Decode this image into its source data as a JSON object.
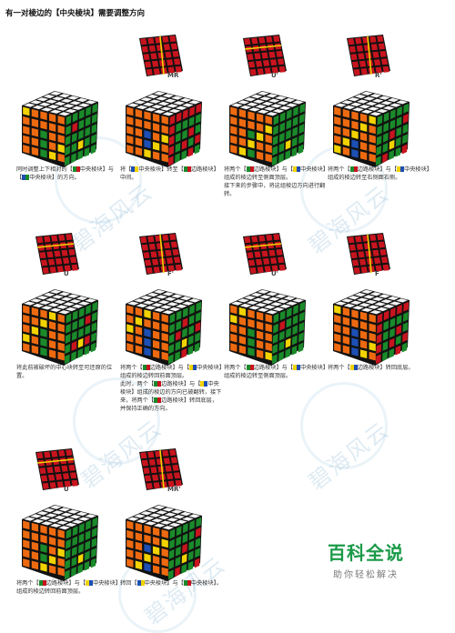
{
  "page": {
    "title": "有一对棱边的【中央棱块】需要调整方向",
    "watermark": "碧海风云",
    "brand": "百科全说",
    "brand_sub": "助你轻松解决"
  },
  "colors": {
    "red": "#c8141e",
    "green": "#1a8a2a",
    "blue": "#1d4fb5",
    "yellow": "#f2d300",
    "orange": "#ee6a10",
    "white": "#f4f4f4",
    "gray": "#8a8a8a",
    "brand_green": "#1a9a48"
  },
  "steps": [
    {
      "move": "",
      "caption": [
        [
          "t",
          "同时调整上下相对的【"
        ],
        [
          "s",
          "g"
        ],
        [
          "s",
          "r"
        ],
        [
          "t",
          "中央棱块】与【"
        ],
        [
          "s",
          "b"
        ],
        [
          "s",
          "g"
        ],
        [
          "t",
          "中央棱块】的方向。"
        ]
      ]
    },
    {
      "move": "MR",
      "caption": [
        [
          "t",
          "将【"
        ],
        [
          "s",
          "b"
        ],
        [
          "s",
          "y"
        ],
        [
          "t",
          "中央棱块】转至【"
        ],
        [
          "s",
          "g"
        ],
        [
          "s",
          "r"
        ],
        [
          "t",
          "边路棱块】中间。"
        ]
      ]
    },
    {
      "move": "U'",
      "caption": [
        [
          "t",
          "将两个【"
        ],
        [
          "s",
          "g"
        ],
        [
          "s",
          "r"
        ],
        [
          "t",
          "边路棱块】与【"
        ],
        [
          "s",
          "y"
        ],
        [
          "s",
          "b"
        ],
        [
          "t",
          "中央棱块】组成的棱边转至侧面顶层。"
        ],
        [
          "br",
          ""
        ],
        [
          "t",
          "接下来的步骤中，将这组棱边方向进行翻转。"
        ]
      ]
    },
    {
      "move": "R'",
      "caption": [
        [
          "t",
          "将两个【"
        ],
        [
          "s",
          "g"
        ],
        [
          "s",
          "r"
        ],
        [
          "t",
          "边路棱块】与【"
        ],
        [
          "s",
          "y"
        ],
        [
          "s",
          "b"
        ],
        [
          "t",
          "中央棱块】组成的棱边转至右侧面右侧。"
        ]
      ]
    },
    {
      "move": "U",
      "caption": [
        [
          "t",
          "将此前被破坏的中心块转至可还原的位置。"
        ]
      ]
    },
    {
      "move": "F'",
      "caption": [
        [
          "t",
          "将两个【"
        ],
        [
          "s",
          "g"
        ],
        [
          "s",
          "r"
        ],
        [
          "t",
          "边路棱块】与【"
        ],
        [
          "s",
          "y"
        ],
        [
          "s",
          "b"
        ],
        [
          "t",
          "中央棱块】组成的棱边转回前面顶层。"
        ],
        [
          "br",
          ""
        ],
        [
          "t",
          "此时，两个【"
        ],
        [
          "s",
          "g"
        ],
        [
          "s",
          "r"
        ],
        [
          "t",
          "边路棱块】与【"
        ],
        [
          "s",
          "y"
        ],
        [
          "s",
          "b"
        ],
        [
          "t",
          "中央棱块】组成的棱边的方向已被翻转，接下来，将两个【"
        ],
        [
          "s",
          "g"
        ],
        [
          "s",
          "r"
        ],
        [
          "t",
          "边路棱块】转回底层，并保持正确的方向。"
        ]
      ]
    },
    {
      "move": "U'",
      "caption": [
        [
          "t",
          "将两个【"
        ],
        [
          "s",
          "g"
        ],
        [
          "s",
          "r"
        ],
        [
          "t",
          "边路棱块】与【"
        ],
        [
          "s",
          "y"
        ],
        [
          "s",
          "b"
        ],
        [
          "t",
          "中央棱块】组成的棱边转至侧面顶层。"
        ]
      ]
    },
    {
      "move": "F",
      "caption": [
        [
          "t",
          "将两个【"
        ],
        [
          "s",
          "y"
        ],
        [
          "s",
          "b"
        ],
        [
          "t",
          "边路棱块】转回底层。"
        ]
      ]
    },
    {
      "move": "U",
      "caption": [
        [
          "t",
          "将两个【"
        ],
        [
          "s",
          "g"
        ],
        [
          "s",
          "r"
        ],
        [
          "t",
          "边路棱块】与【"
        ],
        [
          "s",
          "y"
        ],
        [
          "s",
          "b"
        ],
        [
          "t",
          "中央棱块】组成的棱边转回前面顶层。"
        ]
      ]
    },
    {
      "move": "MR'",
      "caption": [
        [
          "t",
          "转回【"
        ],
        [
          "s",
          "b"
        ],
        [
          "s",
          "y"
        ],
        [
          "t",
          "中央棱块】与【"
        ],
        [
          "s",
          "g"
        ],
        [
          "s",
          "r"
        ],
        [
          "t",
          "中央棱块】。"
        ]
      ]
    }
  ]
}
